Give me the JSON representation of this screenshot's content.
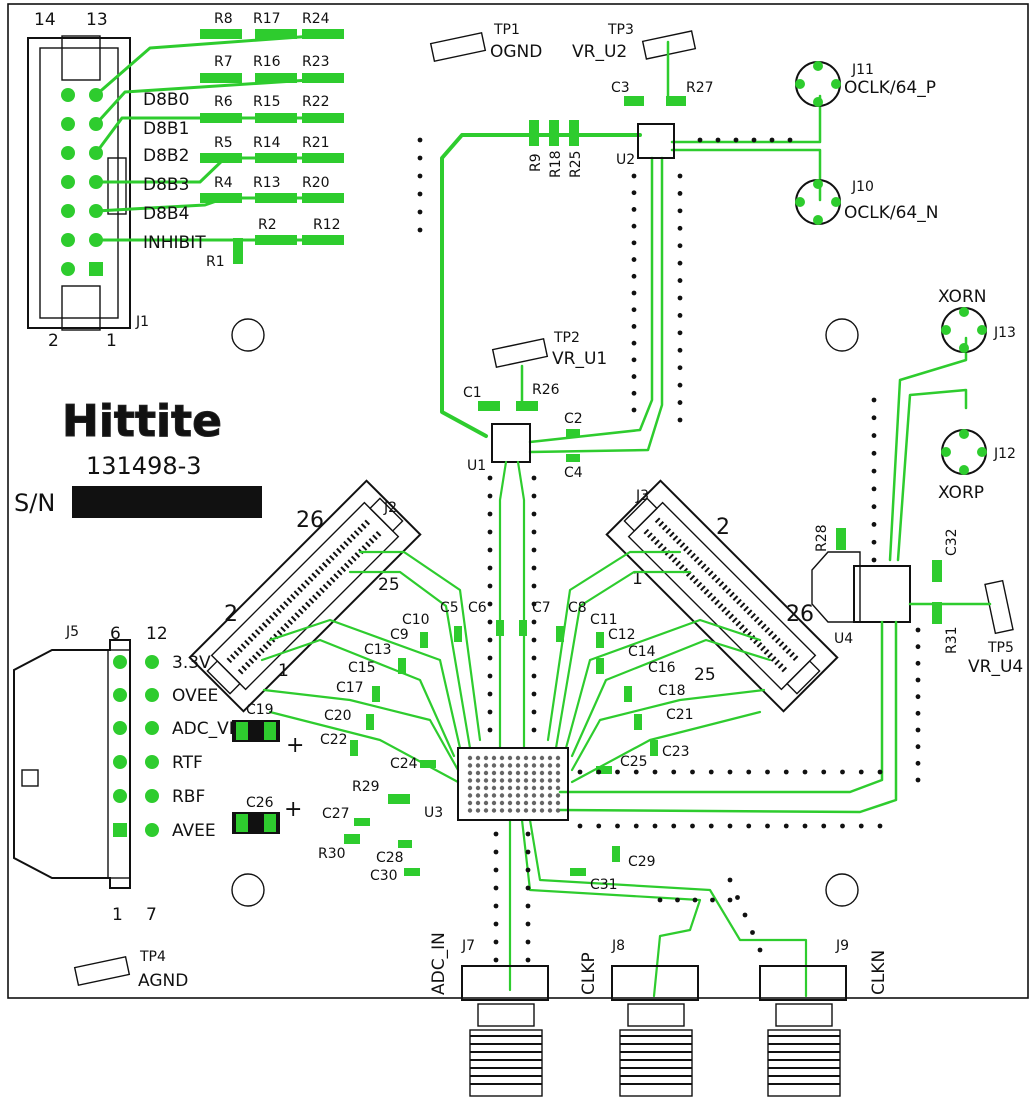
{
  "board": {
    "brand": "Hittite",
    "part_number": "131498-3",
    "sn_label": "S/N",
    "colors": {
      "trace": "#2ecc2e",
      "ink": "#111111",
      "board": "#ffffff"
    }
  },
  "j1": {
    "ref": "J1",
    "pin_top_left": "14",
    "pin_top_right": "13",
    "pin_bottom_left": "2",
    "pin_bottom_right": "1",
    "signals": [
      "D8B0",
      "D8B1",
      "D8B2",
      "D8B3",
      "D8B4",
      "INHIBIT"
    ],
    "resistors": [
      "R8",
      "R17",
      "R24",
      "R7",
      "R16",
      "R23",
      "R6",
      "R15",
      "R22",
      "R5",
      "R14",
      "R21",
      "R4",
      "R13",
      "R20",
      "R2",
      "R12",
      "R1"
    ]
  },
  "testpoints": {
    "tp1": {
      "ref": "TP1",
      "net": "OGND"
    },
    "tp3": {
      "ref": "TP3",
      "net": "VR_U2"
    },
    "tp2": {
      "ref": "TP2",
      "net": "VR_U1"
    },
    "tp4": {
      "ref": "TP4",
      "net": "AGND"
    },
    "tp5": {
      "ref": "TP5",
      "net": "VR_U4"
    }
  },
  "u2_area": {
    "u2": "U2",
    "c3": "C3",
    "r27": "R27",
    "r9": "R9",
    "r18": "R18",
    "r25": "R25",
    "j11": "J11",
    "j11_net": "OCLK/64_P",
    "j10": "J10",
    "j10_net": "OCLK/64_N"
  },
  "u1_area": {
    "u1": "U1",
    "c1": "C1",
    "r26": "R26",
    "c2": "C2",
    "c4": "C4"
  },
  "xor": {
    "j13": "J13",
    "j13_net": "XORN",
    "j12": "J12",
    "j12_net": "XORP",
    "u4": "U4",
    "r28": "R28",
    "c32": "C32",
    "r31": "R31"
  },
  "j2": {
    "ref": "J2",
    "p26": "26",
    "p25": "25",
    "p2": "2",
    "p1": "1"
  },
  "j3": {
    "ref": "J3",
    "p2": "2",
    "p1": "1",
    "p26": "26",
    "p25": "25"
  },
  "caps_mid": [
    "C5",
    "C6",
    "C7",
    "C8",
    "C9",
    "C10",
    "C11",
    "C12",
    "C13",
    "C14",
    "C15",
    "C16",
    "C17",
    "C18",
    "C20",
    "C21",
    "C22",
    "C23",
    "C24",
    "C25"
  ],
  "j5": {
    "ref": "J5",
    "pin_top_left": "6",
    "pin_top_right": "12",
    "pin_bottom_left": "1",
    "pin_bottom_right": "7",
    "signals": [
      "3.3V",
      "OVEE",
      "ADC_VR",
      "RTF",
      "RBF",
      "AVEE"
    ]
  },
  "power_caps": {
    "c19": "C19",
    "c26": "C26",
    "plus": "+"
  },
  "u3_area": {
    "u3": "U3",
    "r29": "R29",
    "c27": "C27",
    "r30": "R30",
    "c28": "C28",
    "c30": "C30",
    "c29": "C29",
    "c31": "C31"
  },
  "sma": {
    "j7": "J7",
    "j7_net": "ADC_IN",
    "j8": "J8",
    "j8_net": "CLKP",
    "j9": "J9",
    "j9_net": "CLKN"
  }
}
